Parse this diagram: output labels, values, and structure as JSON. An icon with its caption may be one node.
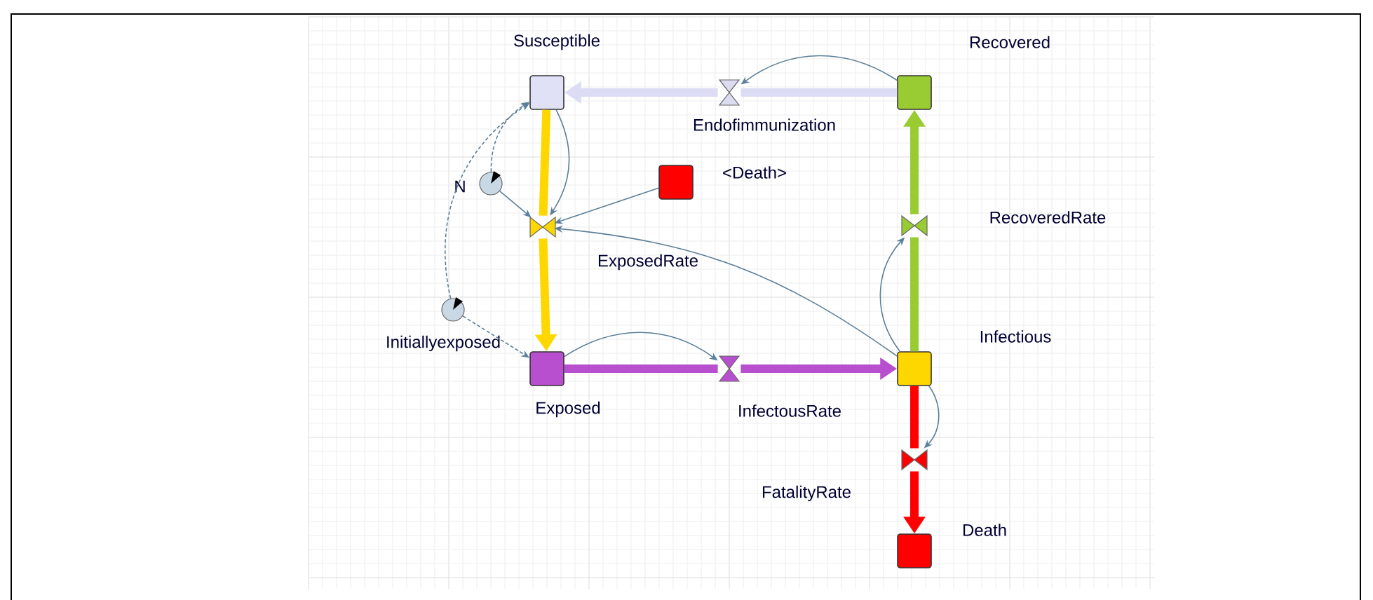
{
  "diagram": {
    "nodes": [
      {
        "text": [
          "Susceptible"
        ]
      },
      {
        "text": [
          "Recovered"
        ]
      },
      {
        "text": [
          "Infectious"
        ]
      },
      {
        "text": [
          "Exposed"
        ]
      },
      {
        "text": [
          "Death"
        ]
      },
      {
        "text": [
          "<Death>"
        ]
      },
      {
        "text": [
          "N"
        ]
      },
      {
        "text": [
          "Initiallyexposed"
        ]
      },
      {
        "text": [
          "Endofimmunization"
        ]
      },
      {
        "text": [
          "ExposedRate"
        ]
      },
      {
        "text": [
          "InfectousRate"
        ]
      },
      {
        "text": [
          "RecoveredRate"
        ]
      },
      {
        "text": [
          "FatalityRate"
        ]
      }
    ],
    "edges": [
      {
        "from": 1,
        "to": 8,
        "arrow": "none",
        "style": "thick",
        "color": "#dcdcf5"
      },
      {
        "from": 8,
        "to": 0,
        "arrow": "to",
        "style": "thick",
        "color": "#dcdcf5"
      },
      {
        "from": 0,
        "to": 9,
        "arrow": "none",
        "style": "thick",
        "color": "#ffd700"
      },
      {
        "from": 9,
        "to": 3,
        "arrow": "to",
        "style": "thick",
        "color": "#ffd700"
      },
      {
        "from": 3,
        "to": 10,
        "arrow": "none",
        "style": "thick",
        "color": "#b84fcf"
      },
      {
        "from": 10,
        "to": 2,
        "arrow": "to",
        "style": "thick",
        "color": "#b84fcf"
      },
      {
        "from": 2,
        "to": 11,
        "arrow": "none",
        "style": "thick",
        "color": "#99cc33"
      },
      {
        "from": 11,
        "to": 1,
        "arrow": "to",
        "style": "thick",
        "color": "#99cc33"
      },
      {
        "from": 2,
        "to": 12,
        "arrow": "none",
        "style": "thick",
        "color": "#ff0000"
      },
      {
        "from": 12,
        "to": 4,
        "arrow": "to",
        "style": "thick",
        "color": "#ff0000"
      },
      {
        "from": 1,
        "to": 8,
        "arrow": "to"
      },
      {
        "from": 0,
        "to": 9,
        "arrow": "to"
      },
      {
        "from": 6,
        "to": 9,
        "arrow": "to"
      },
      {
        "from": 5,
        "to": 9,
        "arrow": "to"
      },
      {
        "from": 2,
        "to": 9,
        "arrow": "to"
      },
      {
        "from": 6,
        "to": 0,
        "arrow": "to",
        "style": "dashed"
      },
      {
        "from": 7,
        "to": 0,
        "arrow": "to",
        "style": "dashed"
      },
      {
        "from": 7,
        "to": 3,
        "arrow": "to",
        "style": "dashed"
      },
      {
        "from": 3,
        "to": 10,
        "arrow": "to"
      },
      {
        "from": 2,
        "to": 11,
        "arrow": "to"
      },
      {
        "from": 2,
        "to": 12,
        "arrow": "to"
      }
    ]
  }
}
